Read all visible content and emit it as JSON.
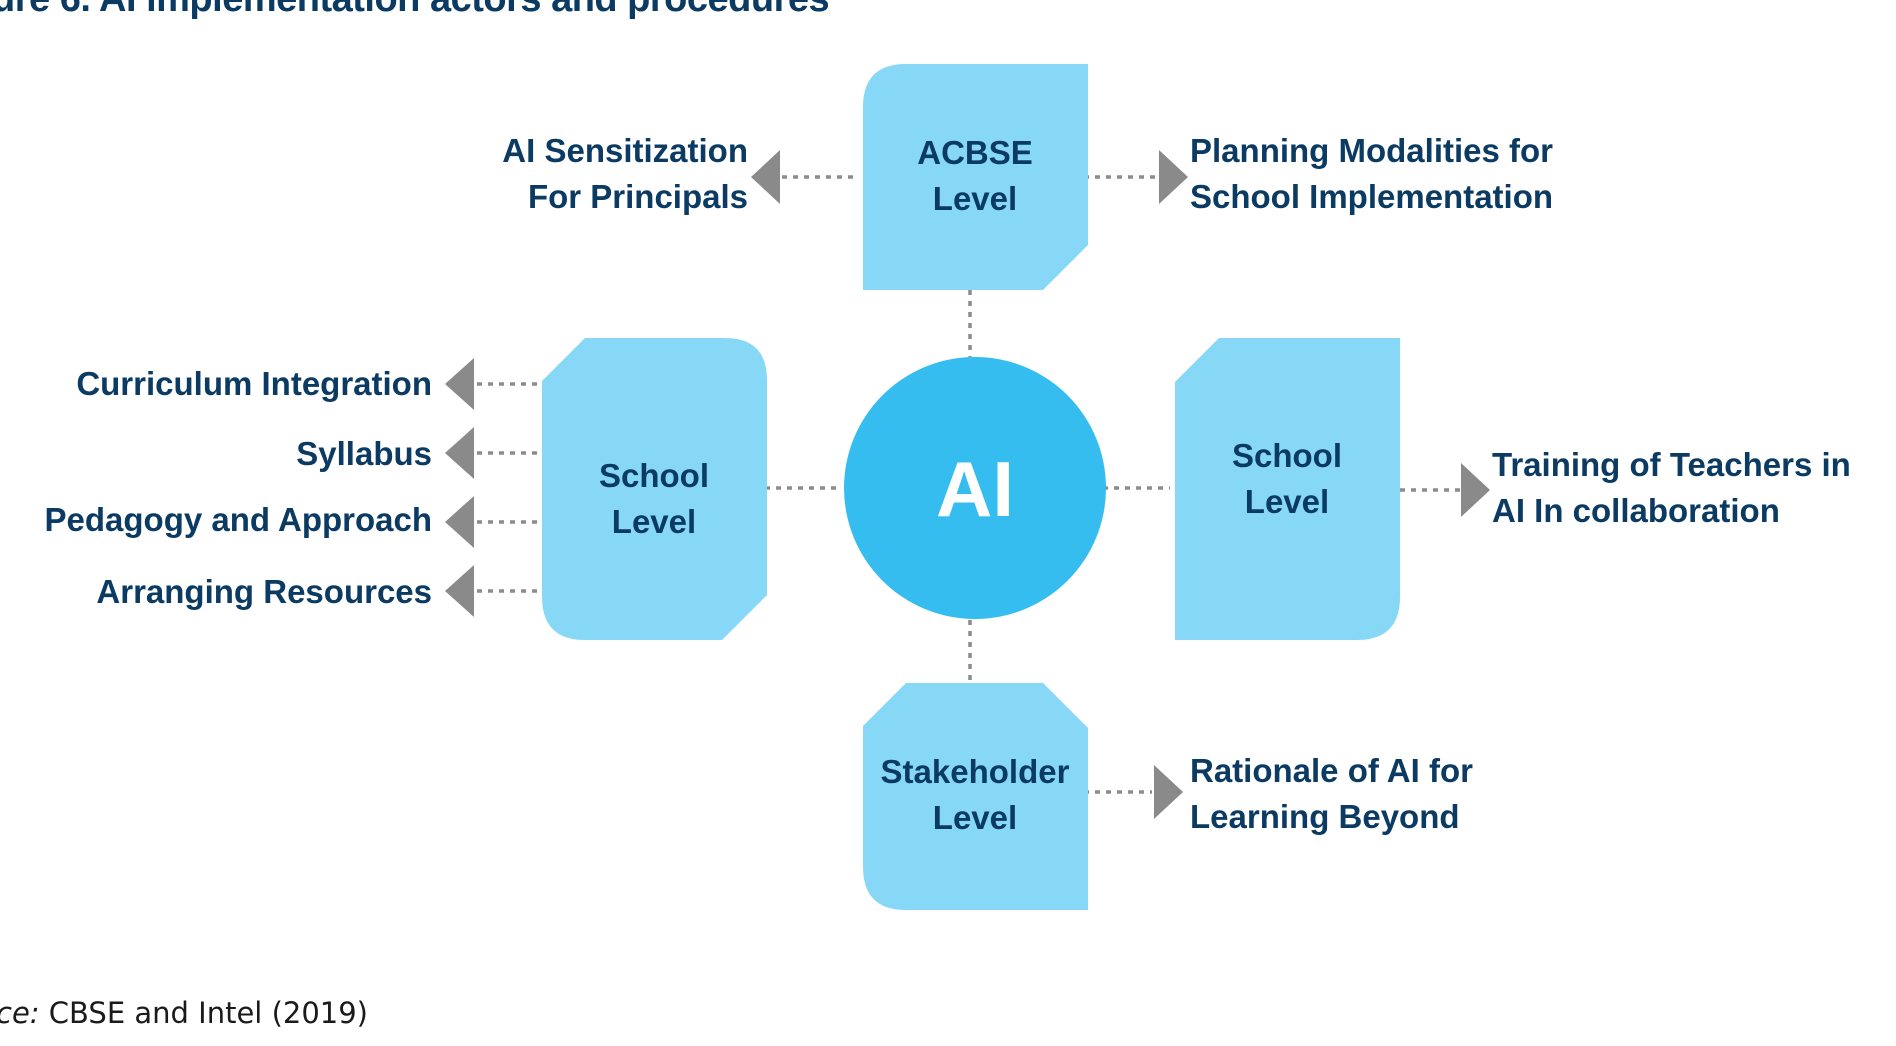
{
  "figure": {
    "title_prefix": "ure 6",
    "title_rest": ". AI implementation actors and procedures"
  },
  "center": {
    "label": "AI"
  },
  "boxes": {
    "top": {
      "line1": "ACBSE",
      "line2": "Level"
    },
    "left": {
      "line1": "School",
      "line2": "Level"
    },
    "right": {
      "line1": "School",
      "line2": "Level"
    },
    "bottom": {
      "line1": "Stakeholder",
      "line2": "Level"
    }
  },
  "outputs": {
    "top_left": {
      "line1": "AI Sensitization",
      "line2": "For Principals"
    },
    "top_right": {
      "line1": "Planning Modalities for",
      "line2": "School Implementation"
    },
    "left_items": [
      "Curriculum Integration",
      "Syllabus",
      "Pedagogy and Approach",
      "Arranging Resources"
    ],
    "right": {
      "line1": "Training of Teachers in",
      "line2": "AI In collaboration"
    },
    "bottom_right": {
      "line1": "Rationale of AI for",
      "line2": "Learning Beyond"
    }
  },
  "source": {
    "prefix": "ce:",
    "text": " CBSE and Intel (2019)"
  },
  "colors": {
    "box_fill": "#87d8f7",
    "circle_fill": "#36bdf0",
    "text_dark": "#0b3a63",
    "connector": "#8c8c8c"
  }
}
